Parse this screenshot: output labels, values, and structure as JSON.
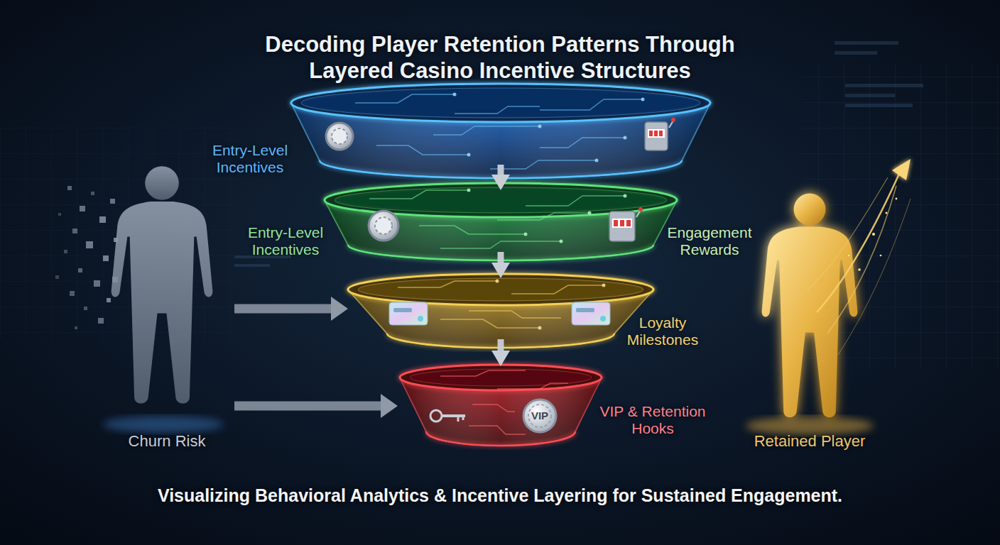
{
  "diagram": {
    "title": "Decoding Player Retention Patterns Through Layered Casino Incentive Structures",
    "caption": "Visualizing Behavioral Analytics & Incentive Layering for Sustained Engagement.",
    "nodes": [
      {
        "text": [
          "Entry-Level Incentives"
        ]
      },
      {
        "text": [
          "Entry-Level Incentives",
          "Engagement Rewards"
        ]
      },
      {
        "text": [
          "Loyalty Milestones"
        ]
      },
      {
        "text": [
          "VIP & Retention Hooks"
        ]
      },
      {
        "text": [
          "VIP"
        ],
        "in": 3
      },
      {
        "text": [
          "Churn Risk"
        ]
      },
      {
        "text": [
          "Retained Player"
        ]
      }
    ],
    "edges": [
      {
        "from": 0,
        "to": 1,
        "arrow": "to"
      },
      {
        "from": 1,
        "to": 2,
        "arrow": "to"
      },
      {
        "from": 2,
        "to": 3,
        "arrow": "to"
      },
      {
        "from": 5,
        "to": 2,
        "arrow": "to"
      },
      {
        "from": 5,
        "to": 3,
        "arrow": "to"
      }
    ]
  }
}
